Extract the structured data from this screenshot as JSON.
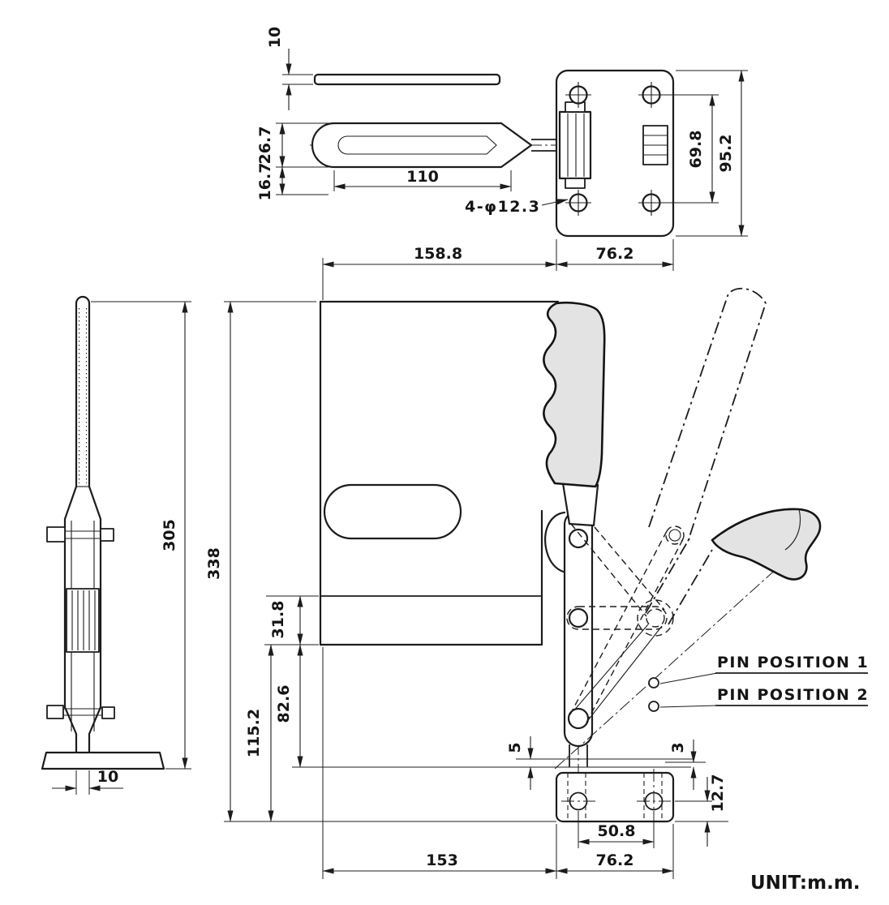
{
  "top_view": {
    "dim_bar_thickness": "10",
    "dim_arm_section": "26.7",
    "dim_arm_offset": "16.7",
    "dim_arm_length": "110",
    "hole_callout": "4-φ12.3",
    "dim_hole_pitch": "69.8",
    "dim_plate_height": "95.2",
    "dim_reach": "158.8",
    "dim_plate_width": "76.2"
  },
  "side_view": {
    "dim_overall_height": "305",
    "dim_stem_width": "10"
  },
  "front_view": {
    "dim_overall_height": "338",
    "dim_step_upper": "31.8",
    "dim_step_middle": "82.6",
    "dim_step_lower": "115.2",
    "dim_clearance_left": "5",
    "dim_clearance_right": "3",
    "dim_base_thickness": "12.7",
    "dim_base_hole_pitch": "50.8",
    "dim_reach": "153",
    "dim_base_width": "76.2",
    "pin_position_1": "PIN POSITION 1",
    "pin_position_2": "PIN POSITION 2"
  },
  "footer": {
    "unit": "UNIT:m.m."
  }
}
